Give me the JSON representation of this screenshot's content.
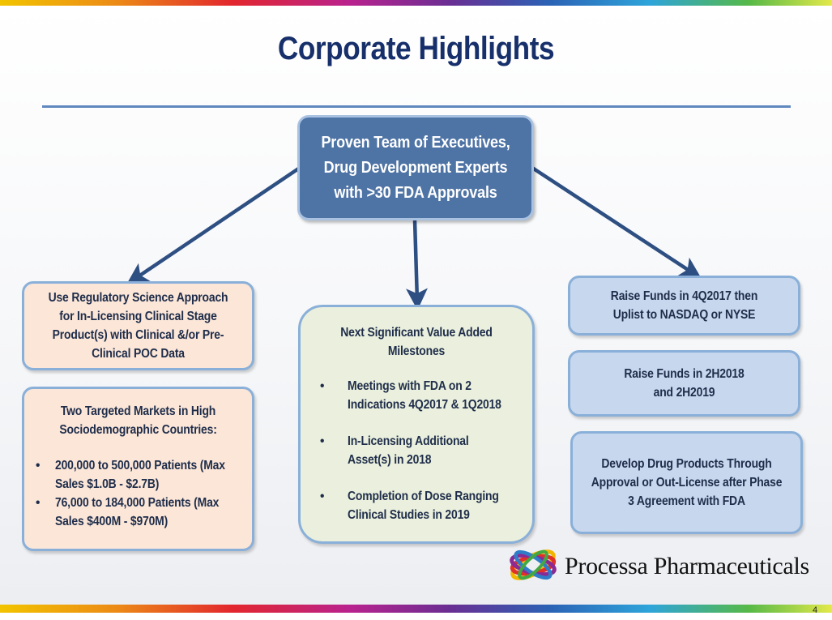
{
  "slide": {
    "title": "Corporate Highlights",
    "page_number": "4"
  },
  "top_box": {
    "lines": [
      "Proven Team of Executives,",
      "Drug Development Experts",
      "with >30 FDA Approvals"
    ]
  },
  "left_box_1": {
    "lines": [
      "Use Regulatory Science Approach",
      "for In-Licensing Clinical Stage",
      "Product(s) with Clinical &/or Pre-",
      "Clinical POC Data"
    ]
  },
  "left_box_2": {
    "heading_lines": [
      "Two Targeted Markets in High",
      "Sociodemographic Countries:"
    ],
    "bullet": "•",
    "items": [
      "200,000 to 500,000 Patients (Max Sales $1.0B - $2.7B)",
      "76,000 to 184,000 Patients (Max Sales $400M - $970M)"
    ]
  },
  "mid_box": {
    "heading_lines": [
      "Next Significant Value Added",
      "Milestones"
    ],
    "bullet": "•",
    "items": [
      "Meetings with FDA on 2 Indications 4Q2017 & 1Q2018",
      "In-Licensing Additional Asset(s) in 2018",
      "Completion of Dose Ranging Clinical Studies in 2019"
    ]
  },
  "right_box_1": {
    "lines": [
      "Raise Funds in 4Q2017 then",
      "Uplist to NASDAQ or NYSE"
    ]
  },
  "right_box_2": {
    "lines": [
      "Raise Funds in 2H2018",
      "and 2H2019"
    ]
  },
  "right_box_3": {
    "lines": [
      "Develop Drug Products Through",
      "Approval or Out-License after Phase",
      "3 Agreement with FDA"
    ]
  },
  "branding": {
    "company_name": "Processa Pharmaceuticals",
    "logo_icon": "rings-logo-icon"
  },
  "colors": {
    "title": "#17306b",
    "top_box_fill": "#4e73a5",
    "peach_fill": "#fbe6d8",
    "green_fill": "#eaf0dd",
    "blue_fill": "#c7d7ee",
    "arrow": "#2e4f82"
  }
}
